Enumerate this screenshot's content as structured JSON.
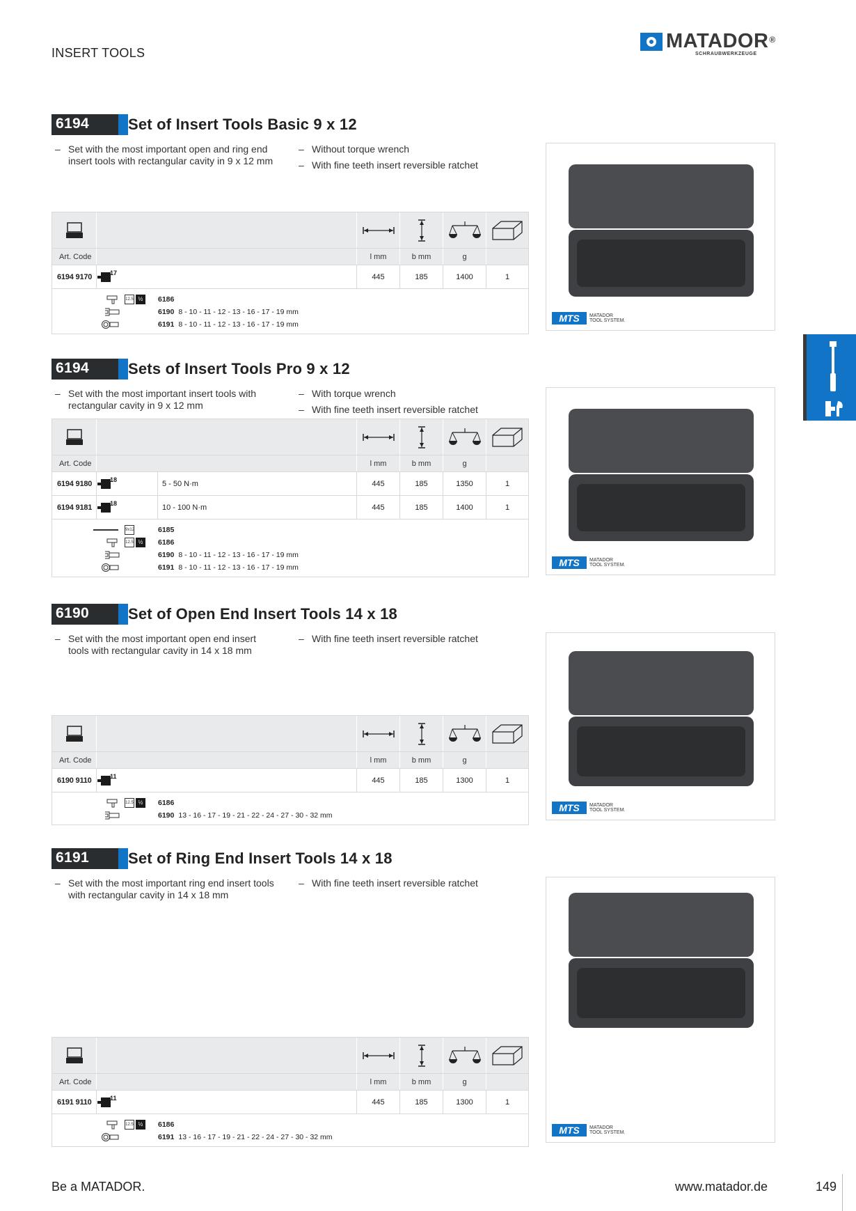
{
  "header": {
    "title": "INSERT TOOLS",
    "brand": "MATADOR",
    "registered": "®",
    "brand_sub": "SCHRAUBWERKZEUGE",
    "brand_color": "#1174c7"
  },
  "table_headers": {
    "art_code": "Art. Code",
    "length": "l mm",
    "width": "b mm",
    "weight": "g"
  },
  "mts": {
    "badge": "MTS",
    "line1": "MATADOR",
    "line2": "TOOL SYSTEM."
  },
  "sections": [
    {
      "code": "6194",
      "title": "Set of Insert Tools Basic 9 x 12",
      "bullets_left": [
        "Set with the most important open and ring end insert tools with rectangular cavity in 9 x 12 mm"
      ],
      "bullets_right": [
        "Without torque wrench",
        "With fine teeth insert reversible ratchet"
      ],
      "rows": [
        {
          "art": "6194 9170",
          "drive": "17",
          "l": "445",
          "b": "185",
          "g": "1400",
          "qty": "1"
        }
      ],
      "accessories": [
        {
          "code": "6186",
          "desc": ""
        },
        {
          "code": "6190",
          "desc": "8 - 10 - 11 - 12 - 13 - 16 - 17 - 19 mm"
        },
        {
          "code": "6191",
          "desc": "8 - 10 - 11 - 12 - 13 - 16 - 17 - 19 mm"
        }
      ]
    },
    {
      "code": "6194",
      "title": "Sets of Insert Tools Pro 9 x 12",
      "bullets_left": [
        "Set with the most important insert tools with rectangular cavity in 9 x 12 mm"
      ],
      "bullets_right": [
        "With torque wrench",
        "With fine teeth insert reversible ratchet"
      ],
      "rows": [
        {
          "art": "6194 9180",
          "drive": "18",
          "torque": "5 - 50 N·m",
          "l": "445",
          "b": "185",
          "g": "1350",
          "qty": "1"
        },
        {
          "art": "6194 9181",
          "drive": "18",
          "torque": "10 - 100 N·m",
          "l": "445",
          "b": "185",
          "g": "1400",
          "qty": "1"
        }
      ],
      "accessories": [
        {
          "code": "6185",
          "desc": ""
        },
        {
          "code": "6186",
          "desc": ""
        },
        {
          "code": "6190",
          "desc": "8 - 10 - 11 - 12 - 13 - 16 - 17 - 19 mm"
        },
        {
          "code": "6191",
          "desc": "8 - 10 - 11 - 12 - 13 - 16 - 17 - 19 mm"
        }
      ]
    },
    {
      "code": "6190",
      "title": "Set of Open End Insert Tools 14 x 18",
      "bullets_left": [
        "Set with the most important open end insert tools with rectangular cavity in 14 x 18 mm"
      ],
      "bullets_right": [
        "With fine teeth insert reversible ratchet"
      ],
      "rows": [
        {
          "art": "6190 9110",
          "drive": "11",
          "l": "445",
          "b": "185",
          "g": "1300",
          "qty": "1"
        }
      ],
      "accessories": [
        {
          "code": "6186",
          "desc": ""
        },
        {
          "code": "6190",
          "desc": "13 - 16 - 17 - 19 - 21 - 22 - 24 - 27 - 30 - 32 mm"
        }
      ]
    },
    {
      "code": "6191",
      "title": "Set of Ring End Insert Tools 14 x 18",
      "bullets_left": [
        "Set with the most important ring end insert tools with rectangular cavity in 14 x 18 mm"
      ],
      "bullets_right": [
        "With fine teeth insert reversible ratchet"
      ],
      "rows": [
        {
          "art": "6191 9110",
          "drive": "11",
          "l": "445",
          "b": "185",
          "g": "1300",
          "qty": "1"
        }
      ],
      "accessories": [
        {
          "code": "6186",
          "desc": ""
        },
        {
          "code": "6191",
          "desc": "13 - 16 - 17 - 19 - 21 - 22 - 24 - 27 - 30 - 32 mm"
        }
      ]
    }
  ],
  "footer": {
    "slogan": "Be a MATADOR.",
    "url": "www.matador.de",
    "page": "149"
  }
}
